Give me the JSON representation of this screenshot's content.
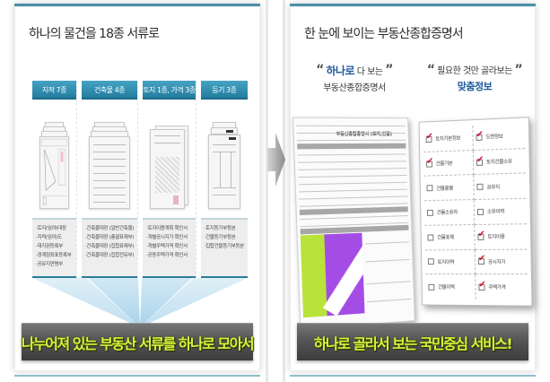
{
  "left_panel": {
    "title": "하나의 물건을 18종 서류로",
    "columns": [
      {
        "header": "지적 7종",
        "items": [
          "·토지(임야)대장",
          "·지적(임야)도",
          "·대지권등록부",
          "·경계점좌표등록부",
          "·공유지연명부"
        ]
      },
      {
        "header": "건축물 4종",
        "items": [
          "·건축물대장 (일반건축물)",
          "·건축물대장 (총괄표제부)",
          "·건축물대장 (집합표제부)",
          "·건축물대장 (집합전유부)"
        ]
      },
      {
        "header": "토지 1종, 가격 3종",
        "items": [
          "·토지이용계획 확인서",
          "·개별공시지가 확인서",
          "·개별주택가격 확인서",
          "·공동주택가격 확인서"
        ]
      },
      {
        "header": "등기 3종",
        "items": [
          "·토지등기부등본",
          "·건물등기부등본",
          "·집합건물등기부등본"
        ]
      }
    ],
    "banner": "나누어져 있는 부동산 서류를 하나로 모아서"
  },
  "arrow": {
    "icon": "chevron-right-arrow-icon"
  },
  "right_panel": {
    "title": "한 눈에 보이는 부동산종합증명서",
    "quote_left": {
      "open": "“",
      "highlight": "하나로",
      "rest": " 다 보는",
      "close": "”",
      "line2": "부동산종합증명서"
    },
    "quote_right": {
      "open": "“",
      "text": " 필요한 것만 골라보는",
      "close": "”",
      "line2": "맞춤정보"
    },
    "certificate": {
      "doc_title": "부동산종합증명서 (토지,건물)"
    },
    "checklist": [
      {
        "label": "토지기본정보",
        "checked": true
      },
      {
        "label": "도면정보",
        "checked": true
      },
      {
        "label": "건물기본",
        "checked": true
      },
      {
        "label": "토지건물소유",
        "checked": true
      },
      {
        "label": "건물층별",
        "checked": false
      },
      {
        "label": "공유지",
        "checked": false
      },
      {
        "label": "건물소유자",
        "checked": false
      },
      {
        "label": "소유이력",
        "checked": false
      },
      {
        "label": "건물표제",
        "checked": false
      },
      {
        "label": "토지이용",
        "checked": true
      },
      {
        "label": "토지이력",
        "checked": false
      },
      {
        "label": "공시지가",
        "checked": true
      },
      {
        "label": "건물이력",
        "checked": false
      },
      {
        "label": "주택가격",
        "checked": true
      }
    ],
    "banner": "하나로 골라서 보는 국민중심 서비스!"
  },
  "colors": {
    "header_blue": "#2a89ad",
    "accent_border": "#4a8fa8",
    "banner_text": "#d9f23a",
    "highlight_blue": "#1e5a9e",
    "check_red": "#c8102e",
    "map_purple": "#a34de6",
    "map_green": "#b9e23a"
  }
}
